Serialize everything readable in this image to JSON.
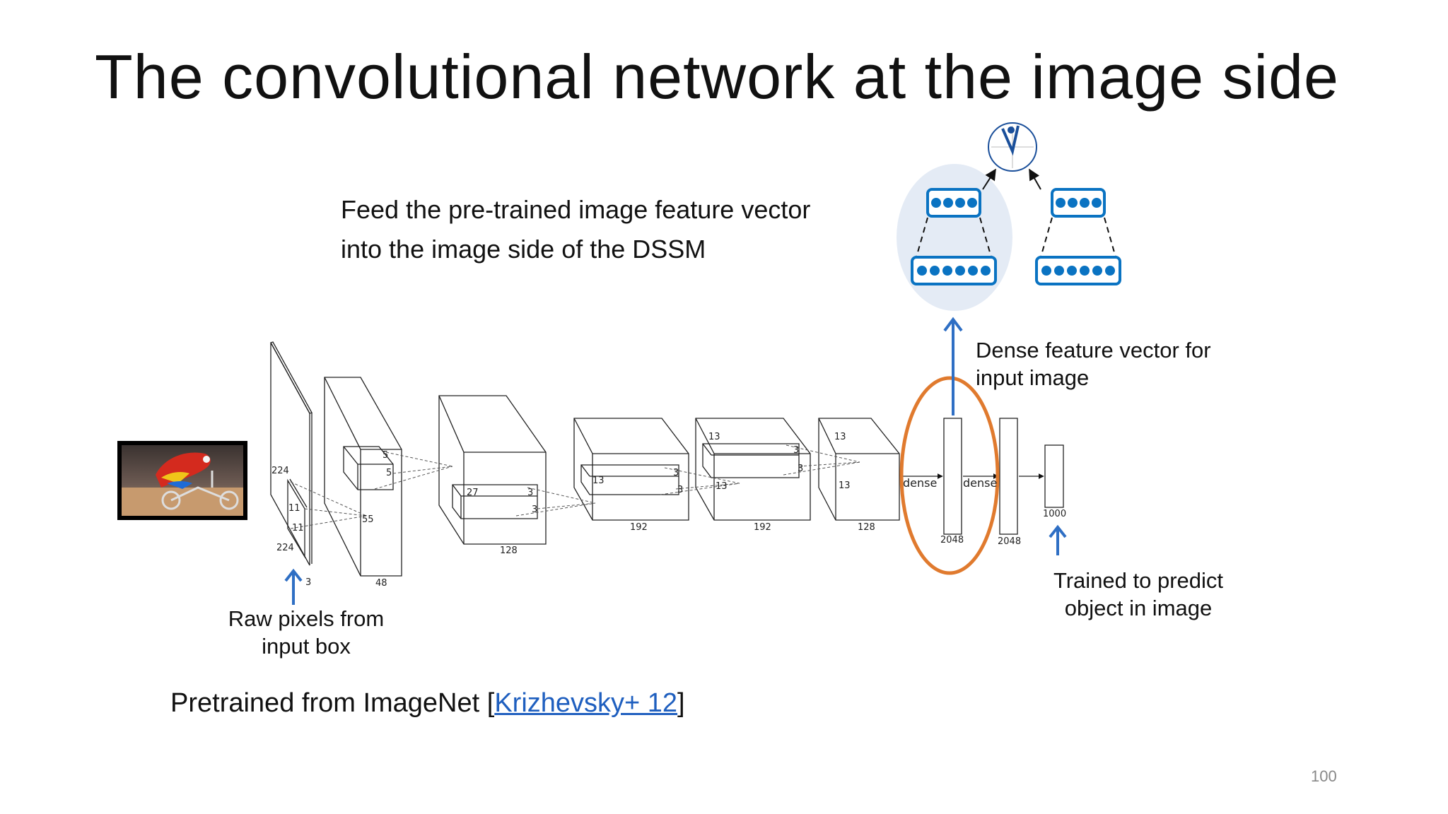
{
  "slide": {
    "title": "The convolutional network at the image side",
    "page_number": "100"
  },
  "annotations": {
    "feed_line_1": "Feed the pre-trained image feature vector",
    "feed_line_2": "into the image side of the DSSM",
    "dense_vector_line_1": "Dense feature vector for",
    "dense_vector_line_2": "input image",
    "raw_pixels_line_1": "Raw pixels from",
    "raw_pixels_line_2": "input box",
    "trained_line_1": "Trained to predict",
    "trained_line_2": "object in image"
  },
  "citation": {
    "prefix": "Pretrained from ImageNet [",
    "link_text": "Krizhevsky+ 12",
    "suffix": "]"
  },
  "network_labels": {
    "input_h": "224",
    "input_w": "224",
    "input_c": "3",
    "k1a": "11",
    "k1b": "11",
    "l1_size": "55",
    "l1_depth": "48",
    "k2a": "5",
    "k2b": "5",
    "l2_size": "27",
    "l2_depth": "128",
    "k3a": "3",
    "k3b": "3",
    "l3_size": "13",
    "l3_depth": "192",
    "k4a": "3",
    "k4b": "3",
    "l4_top": "13",
    "l4_size": "13",
    "l4_depth": "192",
    "k5a": "3",
    "k5b": "3",
    "l5_top": "13",
    "l5_size": "13",
    "l5_depth": "128",
    "dense_1": "dense",
    "dense_2": "dense",
    "fc1": "2048",
    "fc2": "2048",
    "out": "1000"
  },
  "colors": {
    "accent_blue": "#2f6fc4",
    "dssm_blue": "#0a73c2",
    "highlight_orange": "#e07a2e",
    "link_blue": "#1f5fbf"
  }
}
